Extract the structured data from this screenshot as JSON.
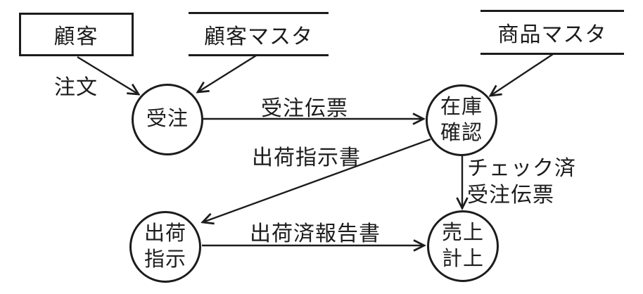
{
  "diagram": {
    "title": "order-processing-dataflow-diagram",
    "colors": {
      "background": "#ffffff",
      "line": "#1c1c1c",
      "text": "#1c1c1c"
    },
    "external_entity": {
      "label": "顧客"
    },
    "data_stores": {
      "customer_master": {
        "label": "顧客マスタ"
      },
      "product_master": {
        "label": "商品マスタ"
      }
    },
    "processes": {
      "order_entry": {
        "label": "受注"
      },
      "stock_check": {
        "line1": "在庫",
        "line2": "確認"
      },
      "shipping_instruction": {
        "line1": "出荷",
        "line2": "指示"
      },
      "sales_recording": {
        "line1": "売上",
        "line2": "計上"
      }
    },
    "flow_labels": {
      "order": "注文",
      "order_slip": "受注伝票",
      "shipping_instruction_doc": "出荷指示書",
      "checked_order_slip_line1": "チェック済",
      "checked_order_slip_line2": "受注伝票",
      "shipped_report": "出荷済報告書"
    }
  }
}
